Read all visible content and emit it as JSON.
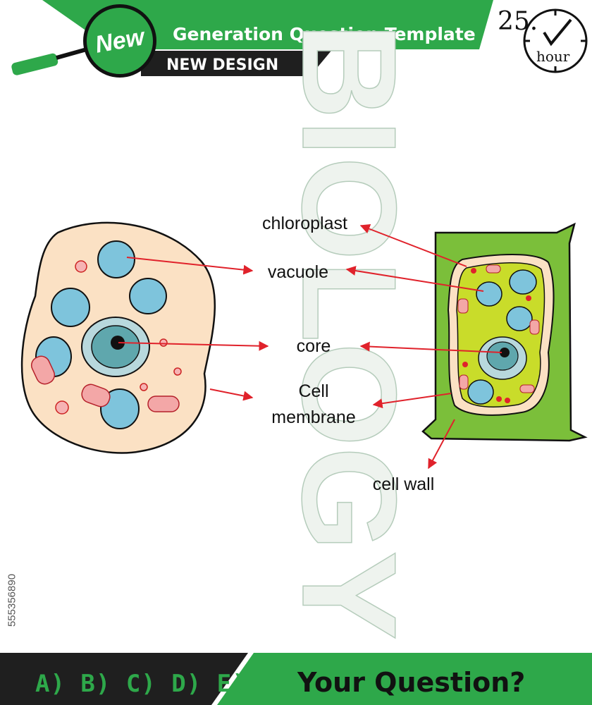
{
  "header": {
    "logo_text": "New",
    "title": "Generation Question Template",
    "subtitle": "NEW DESIGN"
  },
  "clock": {
    "number": "25.",
    "unit": "hour"
  },
  "watermark": {
    "text": "BIOLOGY"
  },
  "diagram": {
    "labels": {
      "chloroplast": "chloroplast",
      "vacuole": "vacuole",
      "core": "core",
      "cell_membrane_line1": "Cell",
      "cell_membrane_line2": "membrane",
      "cell_wall": "cell wall"
    }
  },
  "stock_id": "555356890",
  "footer": {
    "answer_choices": "A) B) C) D) E)",
    "question": "Your Question?"
  },
  "colors": {
    "brand_green": "#2ea84a",
    "dark_band": "#1f1f1f",
    "arrow_red": "#e0222b",
    "animal_cytoplasm": "#fbe1c4",
    "plant_cytoplasm": "#c9dc2a",
    "cell_wall_green": "#7bbf3a",
    "vacuole_blue": "#7ec4dc"
  }
}
